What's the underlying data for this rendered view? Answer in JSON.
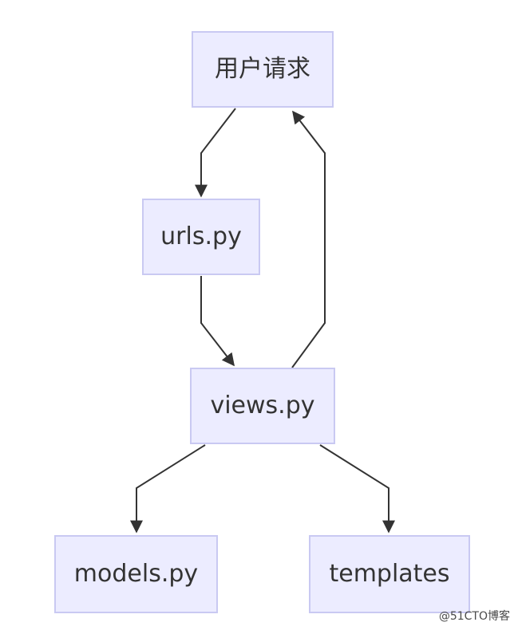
{
  "nodes": {
    "request": "用户请求",
    "urls": "urls.py",
    "views": "views.py",
    "models": "models.py",
    "templates": "templates"
  },
  "edges": [
    {
      "from": "用户请求",
      "to": "urls.py"
    },
    {
      "from": "urls.py",
      "to": "views.py"
    },
    {
      "from": "views.py",
      "to": "用户请求"
    },
    {
      "from": "views.py",
      "to": "models.py"
    },
    {
      "from": "views.py",
      "to": "templates"
    }
  ],
  "colors": {
    "node_fill": "#ececff",
    "node_border": "#c9c9f2",
    "edge": "#333333",
    "text": "#333333"
  },
  "watermark": "@51CTO博客"
}
